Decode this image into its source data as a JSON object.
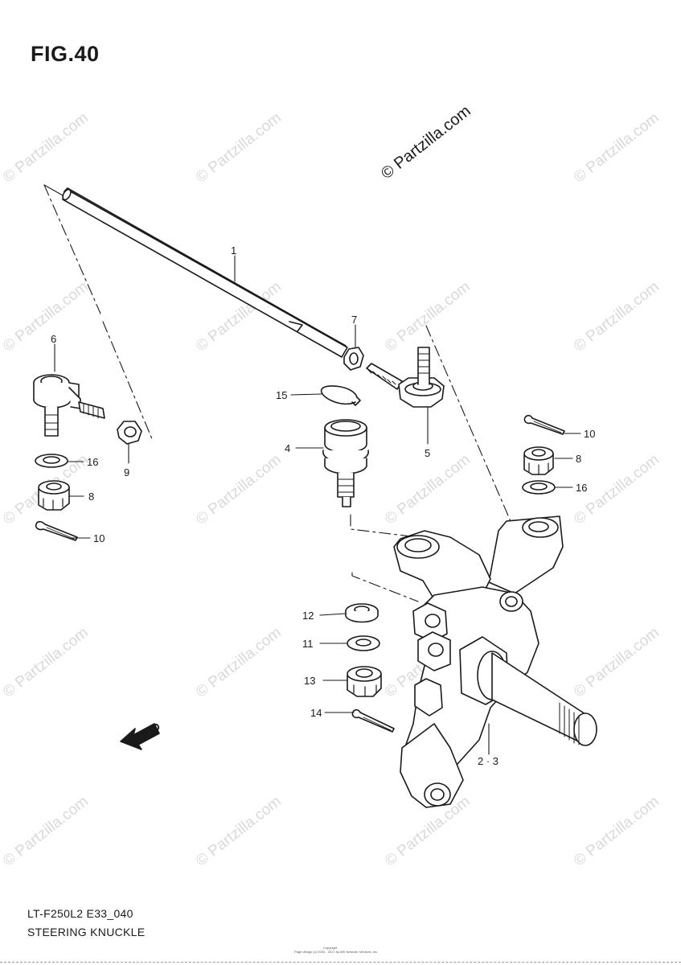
{
  "figure": {
    "title": "FIG.40",
    "brand": "© Partzilla.com",
    "watermark": "© Partzilla.com",
    "model_code": "LT-F250L2 E33_040",
    "section_name": "STEERING KNUCKLE",
    "copyright_line1": "Copyright",
    "copyright_line2": "Page design (c) 2004 - 2017 by ARI Network Services, Inc.",
    "fwd_label": "FWD"
  },
  "callouts": {
    "c1": "1",
    "c7": "7",
    "c6": "6",
    "c15": "15",
    "c4": "4",
    "c5": "5",
    "c16_left": "16",
    "c9": "9",
    "c8_left": "8",
    "c10_left": "10",
    "c10_right": "10",
    "c8_right": "8",
    "c16_right": "16",
    "c12": "12",
    "c11": "11",
    "c13": "13",
    "c14": "14",
    "c2_3": "2 · 3"
  }
}
